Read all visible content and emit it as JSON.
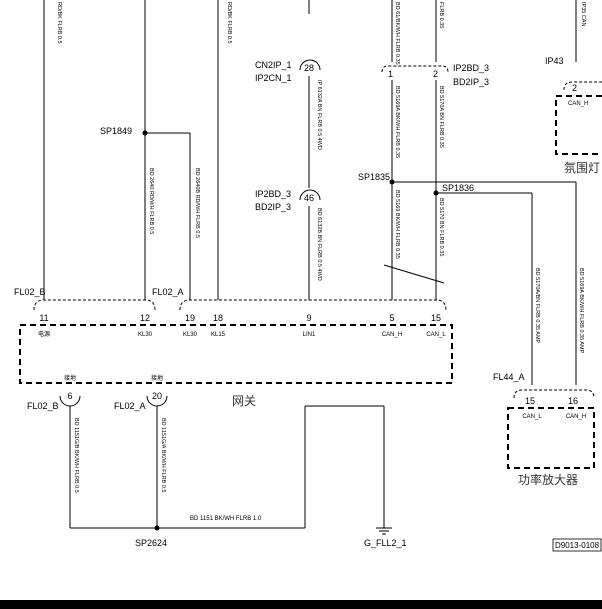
{
  "wires_top": {
    "w1": "RD/BK FLRB 0.5",
    "w2": "RD/BK FLRB 0.5",
    "w3": "BD 61/BK/WH FLRB 0.35",
    "w4": "FLRB 0.35",
    "w5": "IP35 CAN"
  },
  "splices": {
    "sp1849": "SP1849",
    "sp1835": "SP1835",
    "sp1836": "SP1836",
    "sp2624": "SP2624"
  },
  "connectors": {
    "cn2ip_1": "CN2IP_1",
    "ip2cn_1": "IP2CN_1",
    "ip2bd_3a": "IP2BD_3",
    "bd2ip_3a": "BD2IP_3",
    "ip2bd_3b": "IP2BD_3",
    "bd2ip_3b": "BD2IP_3",
    "ip43": "IP43",
    "fl02_b_top": "FL02_B",
    "fl02_a_top": "FL02_A",
    "fl02_b_bot": "FL02_B",
    "fl02_a_bot": "FL02_A",
    "fl44_a": "FL44_A",
    "ground": "G_FLL2_1"
  },
  "pins": {
    "p28": "28",
    "p46": "46",
    "p1": "1",
    "p2": "2",
    "p2b": "2",
    "g11": "11",
    "g12": "12",
    "g19": "19",
    "g18": "18",
    "g9": "9",
    "g5": "5",
    "g15": "15",
    "p6": "6",
    "p20": "20",
    "a15": "15",
    "a16": "16"
  },
  "pin_labels": {
    "g11": "电源",
    "g12": "KL30",
    "g19": "KL30",
    "g18": "KL15",
    "g9": "LIN1",
    "g5": "CAN_H",
    "g15": "CAN_L",
    "gnd1": "接地",
    "gnd2": "接地",
    "a15": "CAN_L",
    "a16": "CAN_H",
    "ip43_pin": "CAN_H"
  },
  "wire_labels": {
    "w28": "IP 6132A BN FLRB 0.5 4WD",
    "w46": "BD 6132B BN FLRB 0.5 4WD",
    "w_can_h_top": "BD 5169A BK/WH FLRB 0.35",
    "w_can_l_top": "BD 5170A BN FLRB 0.35",
    "w_sp1849_a": "BD 2640 RD/WH FLRB 0.5",
    "w_sp1849_b": "BD 2640B RD/WH FLRB 0.5",
    "w_can_h_bot": "BD 5169 BK/WH FLRB 0.35",
    "w_can_l_bot": "BD 5170 BN FLRB 0.35",
    "w_amp_l": "BD 5170A/BN FLRB 0.35 AMP",
    "w_amp_h": "BD 5169A BK/WH FLRB 0.35 AMP",
    "w_gnd_b": "BD 1151G/B BK/WH FLRB 0.5",
    "w_gnd_a": "BD 1151G/A BK/WH FLRB 0.5",
    "w_gnd_main": "BD 1151 BK/WH FLRB 1.0"
  },
  "modules": {
    "gateway": "网关",
    "ambient": "氛围灯",
    "amplifier": "功率放大器"
  },
  "diagram_id": "D9013-0108"
}
